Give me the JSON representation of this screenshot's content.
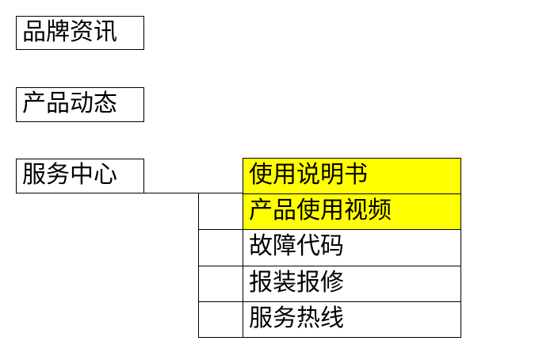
{
  "nav": {
    "items": [
      {
        "label": "品牌资讯"
      },
      {
        "label": "产品动态"
      },
      {
        "label": "服务中心"
      }
    ]
  },
  "submenu": {
    "items": [
      {
        "label": "使用说明书",
        "highlighted": true
      },
      {
        "label": "产品使用视频",
        "highlighted": true
      },
      {
        "label": "故障代码",
        "highlighted": false
      },
      {
        "label": "报装报修",
        "highlighted": false
      },
      {
        "label": "服务热线",
        "highlighted": false
      }
    ]
  },
  "colors": {
    "highlight": "#ffff00",
    "border": "#000000",
    "background": "#ffffff"
  }
}
